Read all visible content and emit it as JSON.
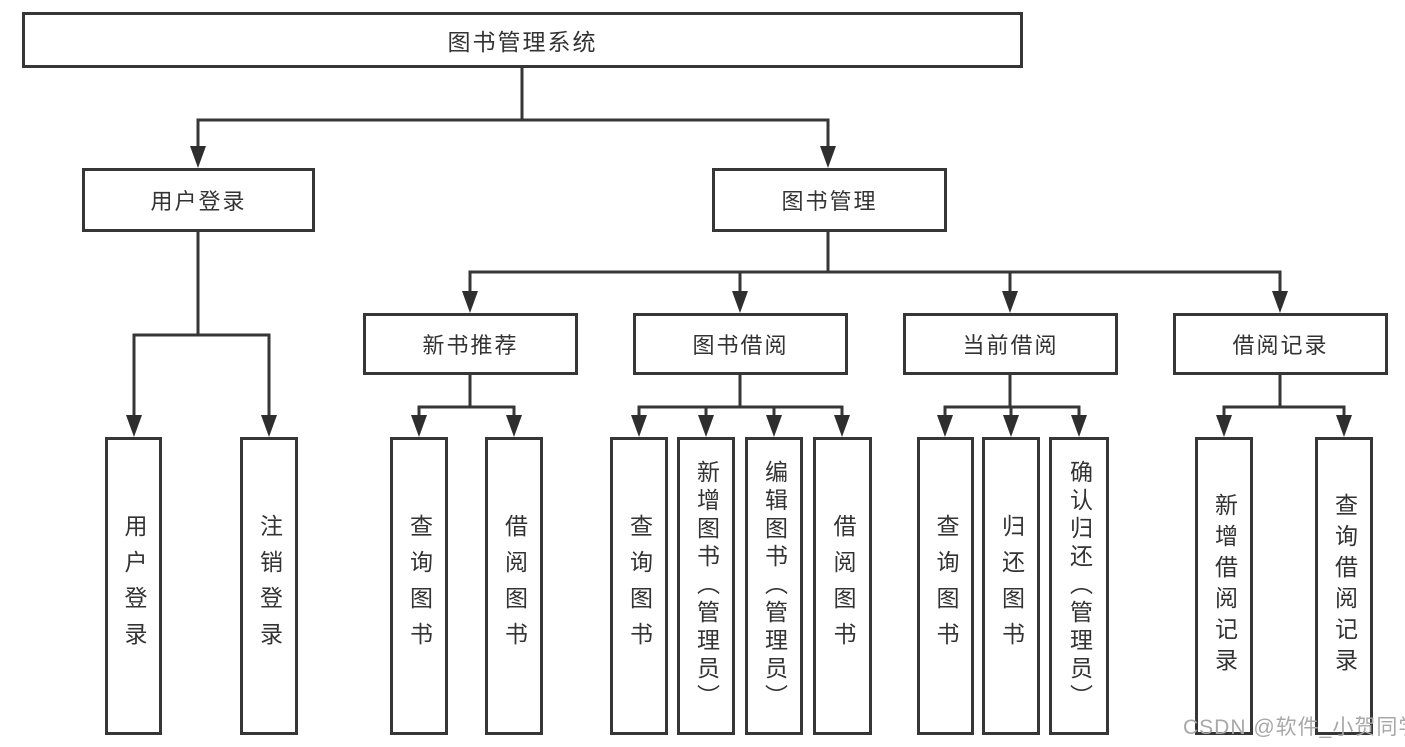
{
  "title": "图书管理系统",
  "level2": {
    "user_login": "用户登录",
    "book_management": "图书管理"
  },
  "level3": {
    "new_book_recommend": "新书推荐",
    "book_borrowing": "图书借阅",
    "current_borrowing": "当前借阅",
    "borrowing_records": "借阅记录"
  },
  "leaves": {
    "user_login": [
      "用户登录",
      "注销登录"
    ],
    "new_book_recommend": [
      "查询图书",
      "借阅图书"
    ],
    "book_borrowing": [
      "查询图书",
      "新增图书（管理员）",
      "编辑图书（管理员）",
      "借阅图书"
    ],
    "current_borrowing": [
      "查询图书",
      "归还图书",
      "确认归还（管理员）"
    ],
    "borrowing_records": [
      "新增借阅记录",
      "查询借阅记录"
    ]
  },
  "watermark": "CSDN @软件_小贺同学",
  "colors": {
    "line": "#363636",
    "border": "#363636",
    "text": "#333333",
    "watermark": "#a8a8a8",
    "box_background": "#ffffff"
  }
}
